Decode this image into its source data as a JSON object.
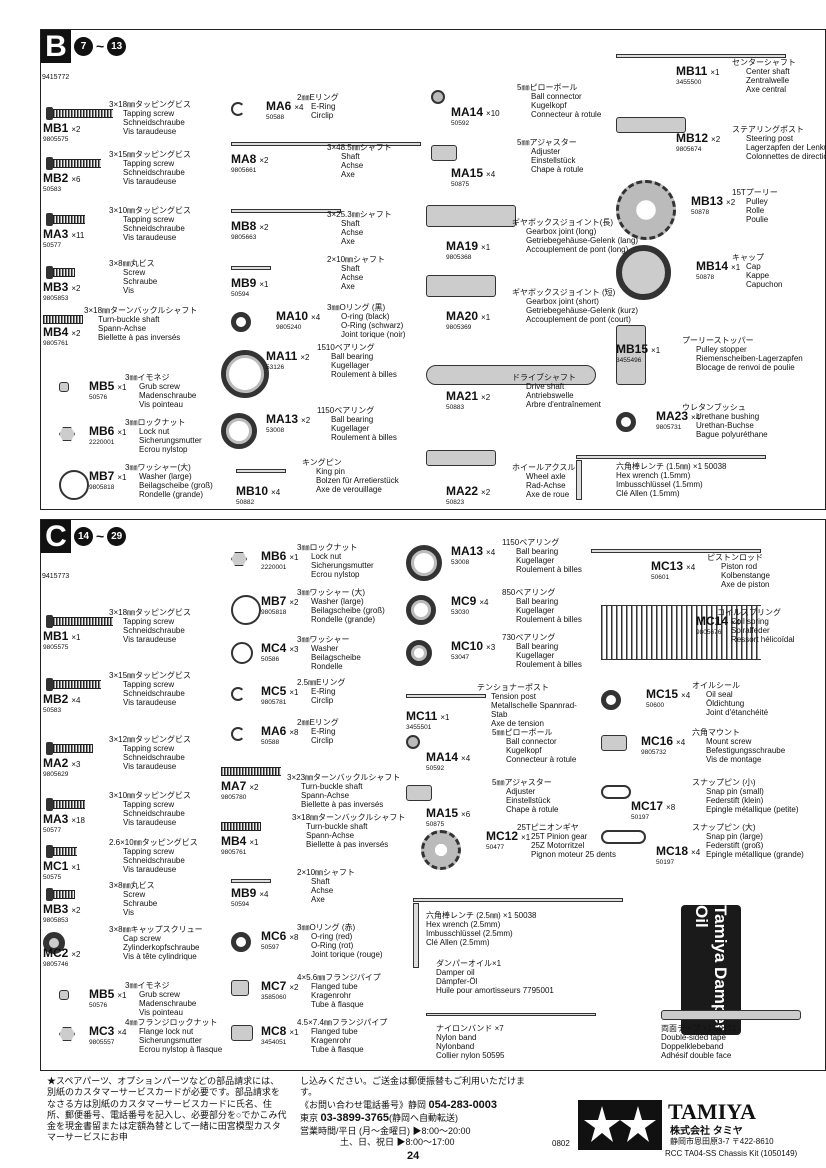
{
  "panelB": {
    "letter": "B",
    "step_from": "7",
    "step_to": "13",
    "tilde": "~",
    "set_no": "9415772",
    "parts": [
      {
        "code": "MB1",
        "qty": "×2",
        "num": "9805575",
        "desc": [
          "3×18㎜タッピングビス",
          "Tapping screw",
          "Schneidschraube",
          "Vis taraudeuse"
        ]
      },
      {
        "code": "MB2",
        "qty": "×6",
        "num": "50583",
        "desc": [
          "3×15㎜タッピングビス",
          "Tapping screw",
          "Schneidschraube",
          "Vis taraudeuse"
        ]
      },
      {
        "code": "MA3",
        "qty": "×11",
        "num": "50577",
        "desc": [
          "3×10㎜タッピングビス",
          "Tapping screw",
          "Schneidschraube",
          "Vis taraudeuse"
        ]
      },
      {
        "code": "MB3",
        "qty": "×2",
        "num": "9805853",
        "desc": [
          "3×8㎜丸ビス",
          "Screw",
          "Schraube",
          "Vis"
        ]
      },
      {
        "code": "MB4",
        "qty": "×2",
        "num": "9805761",
        "desc": [
          "3×18㎜ターンバックルシャフト",
          "Turn-buckle shaft",
          "Spann-Achse",
          "Biellette à pas inversés"
        ]
      },
      {
        "code": "MB5",
        "qty": "×1",
        "num": "50576",
        "desc": [
          "3㎜イモネジ",
          "Grub screw",
          "Madenschraube",
          "Vis pointeau"
        ]
      },
      {
        "code": "MB6",
        "qty": "×1",
        "num": "2220001",
        "desc": [
          "3㎜ロックナット",
          "Lock nut",
          "Sicherungsmutter",
          "Ecrou nylstop"
        ]
      },
      {
        "code": "MB7",
        "qty": "×1",
        "num": "9805818",
        "desc": [
          "3㎜ワッシャー(大)",
          "Washer (large)",
          "Beilagscheibe (groß)",
          "Rondelle (grande)"
        ]
      },
      {
        "code": "MA6",
        "qty": "×4",
        "num": "50588",
        "desc": [
          "2㎜Eリング",
          "E-Ring",
          "Circlip"
        ]
      },
      {
        "code": "MA8",
        "qty": "×2",
        "num": "9805661",
        "desc": [
          "3×48.5㎜シャフト",
          "Shaft",
          "Achse",
          "Axe"
        ]
      },
      {
        "code": "MB8",
        "qty": "×2",
        "num": "9805663",
        "desc": [
          "3×25.3㎜シャフト",
          "Shaft",
          "Achse",
          "Axe"
        ]
      },
      {
        "code": "MB9",
        "qty": "×1",
        "num": "50594",
        "desc": [
          "2×10㎜シャフト",
          "Shaft",
          "Achse",
          "Axe"
        ]
      },
      {
        "code": "MA10",
        "qty": "×4",
        "num": "9805240",
        "desc": [
          "3㎜Oリング (黒)",
          "O-ring (black)",
          "O-Ring (schwarz)",
          "Joint torique (noir)"
        ]
      },
      {
        "code": "MA11",
        "qty": "×2",
        "num": "53126",
        "desc": [
          "1510ベアリング",
          "Ball bearing",
          "Kugellager",
          "Roulement à billes"
        ]
      },
      {
        "code": "MA13",
        "qty": "×2",
        "num": "53008",
        "desc": [
          "1150ベアリング",
          "Ball bearing",
          "Kugellager",
          "Roulement à billes"
        ]
      },
      {
        "code": "MB10",
        "qty": "×4",
        "num": "50882",
        "desc": [
          "キングピン",
          "King pin",
          "Bolzen für Arretierstück",
          "Axe de verouillage"
        ]
      },
      {
        "code": "MA14",
        "qty": "×10",
        "num": "50592",
        "desc": [
          "5㎜ピローボール",
          "Ball connector",
          "Kugelkopf",
          "Connecteur à rotule"
        ]
      },
      {
        "code": "MA15",
        "qty": "×4",
        "num": "50875",
        "desc": [
          "5㎜アジャスター",
          "Adjuster",
          "Einstellstück",
          "Chape à rotule"
        ]
      },
      {
        "code": "MA19",
        "qty": "×1",
        "num": "9805368",
        "desc": [
          "ギヤボックスジョイント(長)",
          "Gearbox joint (long)",
          "Getriebegehäuse-Gelenk (lang)",
          "Accouplement de pont (long)"
        ]
      },
      {
        "code": "MA20",
        "qty": "×1",
        "num": "9805369",
        "desc": [
          "ギヤボックスジョイント (短)",
          "Gearbox joint (short)",
          "Getriebegehäuse-Gelenk (kurz)",
          "Accouplement de pont (court)"
        ]
      },
      {
        "code": "MA21",
        "qty": "×2",
        "num": "50883",
        "desc": [
          "ドライブシャフト",
          "Drive shaft",
          "Antriebswelle",
          "Arbre d'entraînement"
        ]
      },
      {
        "code": "MA22",
        "qty": "×2",
        "num": "50823",
        "desc": [
          "ホイールアクスル",
          "Wheel axle",
          "Rad-Achse",
          "Axe de roue"
        ]
      },
      {
        "code": "MB11",
        "qty": "×1",
        "num": "3455500",
        "desc": [
          "センターシャフト",
          "Center shaft",
          "Zentralwelle",
          "Axe central"
        ]
      },
      {
        "code": "MB12",
        "qty": "×2",
        "num": "9805674",
        "desc": [
          "ステアリングポスト",
          "Steering post",
          "Lagerzapfen der Lenkung",
          "Colonnettes de direction"
        ]
      },
      {
        "code": "MB13",
        "qty": "×2",
        "num": "50878",
        "desc": [
          "15Tプーリー",
          "Pulley",
          "Rolle",
          "Poulie"
        ]
      },
      {
        "code": "MB14",
        "qty": "×1",
        "num": "50878",
        "desc": [
          "キャップ",
          "Cap",
          "Kappe",
          "Capuchon"
        ]
      },
      {
        "code": "MB15",
        "qty": "×1",
        "num": "3455496",
        "desc": [
          "プーリーストッパー",
          "Pulley stopper",
          "Riemenscheiben-Lagerzapfen",
          "Blocage de renvoi de poulie"
        ]
      },
      {
        "code": "MA23",
        "qty": "×4",
        "num": "9805731",
        "desc": [
          "ウレタンブッシュ",
          "Urethane bushing",
          "Urethan-Buchse",
          "Bague polyuréthane"
        ]
      }
    ],
    "wrench": {
      "desc": [
        "六角棒レンチ (1.5㎜) ×1  50038",
        "Hex wrench (1.5mm)",
        "Imbusschlüssel (1.5mm)",
        "Clé Allen (1.5mm)"
      ]
    }
  },
  "panelC": {
    "letter": "C",
    "step_from": "14",
    "step_to": "29",
    "tilde": "~",
    "set_no": "9415773",
    "parts": [
      {
        "code": "MB1",
        "qty": "×1",
        "num": "9805575",
        "desc": [
          "3×18㎜タッピングビス",
          "Tapping screw",
          "Schneidschraube",
          "Vis taraudeuse"
        ]
      },
      {
        "code": "MB2",
        "qty": "×4",
        "num": "50583",
        "desc": [
          "3×15㎜タッピングビス",
          "Tapping screw",
          "Schneidschraube",
          "Vis taraudeuse"
        ]
      },
      {
        "code": "MA2",
        "qty": "×3",
        "num": "9805629",
        "desc": [
          "3×12㎜タッピングビス",
          "Tapping screw",
          "Schneidschraube",
          "Vis taraudeuse"
        ]
      },
      {
        "code": "MA3",
        "qty": "×18",
        "num": "50577",
        "desc": [
          "3×10㎜タッピングビス",
          "Tapping screw",
          "Schneidschraube",
          "Vis taraudeuse"
        ]
      },
      {
        "code": "MC1",
        "qty": "×1",
        "num": "50575",
        "desc": [
          "2.6×10㎜タッピングビス",
          "Tapping screw",
          "Schneidschraube",
          "Vis taraudeuse"
        ]
      },
      {
        "code": "MB3",
        "qty": "×2",
        "num": "9805853",
        "desc": [
          "3×8㎜丸ビス",
          "Screw",
          "Schraube",
          "Vis"
        ]
      },
      {
        "code": "MC2",
        "qty": "×2",
        "num": "9805746",
        "desc": [
          "3×8㎜キャップスクリュー",
          "Cap screw",
          "Zylinderkopfschraube",
          "Vis à tête cylindrique"
        ]
      },
      {
        "code": "MB5",
        "qty": "×1",
        "num": "50576",
        "desc": [
          "3㎜イモネジ",
          "Grub screw",
          "Madenschraube",
          "Vis pointeau"
        ]
      },
      {
        "code": "MC3",
        "qty": "×4",
        "num": "9805557",
        "desc": [
          "4㎜フランジロックナット",
          "Flange lock nut",
          "Sicherungsmutter",
          "Ecrou nylstop à flasque"
        ]
      },
      {
        "code": "MB6",
        "qty": "×1",
        "num": "2220001",
        "desc": [
          "3㎜ロックナット",
          "Lock nut",
          "Sicherungsmutter",
          "Ecrou nylstop"
        ]
      },
      {
        "code": "MB7",
        "qty": "×2",
        "num": "9805818",
        "desc": [
          "3㎜ワッシャー (大)",
          "Washer (large)",
          "Beilagscheibe (groß)",
          "Rondelle (grande)"
        ]
      },
      {
        "code": "MC4",
        "qty": "×3",
        "num": "50586",
        "desc": [
          "3㎜ワッシャー",
          "Washer",
          "Beilagscheibe",
          "Rondelle"
        ]
      },
      {
        "code": "MC5",
        "qty": "×1",
        "num": "9805781",
        "desc": [
          "2.5㎜Eリング",
          "E-Ring",
          "Circlip"
        ]
      },
      {
        "code": "MA6",
        "qty": "×8",
        "num": "50588",
        "desc": [
          "2㎜Eリング",
          "E-Ring",
          "Circlip"
        ]
      },
      {
        "code": "MA7",
        "qty": "×2",
        "num": "9805780",
        "desc": [
          "3×23㎜ターンバックルシャフト",
          "Turn-buckle shaft",
          "Spann-Achse",
          "Biellette à pas inversés"
        ]
      },
      {
        "code": "MB4",
        "qty": "×1",
        "num": "9805761",
        "desc": [
          "3×18㎜ターンバックルシャフト",
          "Turn-buckle shaft",
          "Spann-Achse",
          "Biellette à pas inversés"
        ]
      },
      {
        "code": "MB9",
        "qty": "×4",
        "num": "50594",
        "desc": [
          "2×10㎜シャフト",
          "Shaft",
          "Achse",
          "Axe"
        ]
      },
      {
        "code": "MC6",
        "qty": "×8",
        "num": "50597",
        "desc": [
          "3㎜Oリング (赤)",
          "O-ring (red)",
          "O-Ring (rot)",
          "Joint torique (rouge)"
        ]
      },
      {
        "code": "MC7",
        "qty": "×2",
        "num": "3585060",
        "desc": [
          "4×5.6㎜フランジパイプ",
          "Flanged tube",
          "Kragenrohr",
          "Tube à flasque"
        ]
      },
      {
        "code": "MC8",
        "qty": "×1",
        "num": "3454051",
        "desc": [
          "4.5×7.4㎜フランジパイプ",
          "Flanged tube",
          "Kragenrohr",
          "Tube à flasque"
        ]
      },
      {
        "code": "MA13",
        "qty": "×4",
        "num": "53008",
        "desc": [
          "1150ベアリング",
          "Ball bearing",
          "Kugellager",
          "Roulement à billes"
        ]
      },
      {
        "code": "MC9",
        "qty": "×4",
        "num": "53030",
        "desc": [
          "850ベアリング",
          "Ball bearing",
          "Kugellager",
          "Roulement à billes"
        ]
      },
      {
        "code": "MC10",
        "qty": "×3",
        "num": "53047",
        "desc": [
          "730ベアリング",
          "Ball bearing",
          "Kugellager",
          "Roulement à billes"
        ]
      },
      {
        "code": "MC11",
        "qty": "×1",
        "num": "3455501",
        "desc": [
          "テンショナーポスト",
          "Tension post",
          "Metallschelle Spannrad-",
          "Stab",
          "Axe de tension"
        ]
      },
      {
        "code": "MA14",
        "qty": "×4",
        "num": "50592",
        "desc": [
          "5㎜ピローボール",
          "Ball connector",
          "Kugelkopf",
          "Connecteur à rotule"
        ]
      },
      {
        "code": "MA15",
        "qty": "×6",
        "num": "50875",
        "desc": [
          "5㎜アジャスター",
          "Adjuster",
          "Einstellstück",
          "Chape à rotule"
        ]
      },
      {
        "code": "MC12",
        "qty": "×1",
        "num": "50477",
        "desc": [
          "25Tピニオンギヤ",
          "25T Pinion gear",
          "25Z Motorritzel",
          "Pignon moteur 25 dents"
        ]
      },
      {
        "code": "MC13",
        "qty": "×4",
        "num": "50601",
        "desc": [
          "ピストンロッド",
          "Piston rod",
          "Kolbenstange",
          "Axe de piston"
        ]
      },
      {
        "code": "MC14",
        "qty": "×4",
        "num": "9805676",
        "desc": [
          "コイルスプリング",
          "Coil spring",
          "Spiralfeder",
          "Ressort hélicoïdal"
        ]
      },
      {
        "code": "MC15",
        "qty": "×4",
        "num": "50600",
        "desc": [
          "オイルシール",
          "Oil seal",
          "Öldichtung",
          "Joint d'étanchéité"
        ]
      },
      {
        "code": "MC16",
        "qty": "×4",
        "num": "9805732",
        "desc": [
          "六角マウント",
          "Mount screw",
          "Befestigungsschraube",
          "Vis de montage"
        ]
      },
      {
        "code": "MC17",
        "qty": "×8",
        "num": "50197",
        "desc": [
          "スナップピン (小)",
          "Snap pin (small)",
          "Federstift (klein)",
          "Epingle métallique (petite)"
        ]
      },
      {
        "code": "MC18",
        "qty": "×4",
        "num": "50197",
        "desc": [
          "スナップピン (大)",
          "Snap pin (large)",
          "Federstift (groß)",
          "Epingle métallique (grande)"
        ]
      }
    ],
    "wrench": {
      "desc": [
        "六角棒レンチ (2.5㎜) ×1  50038",
        "Hex wrench (2.5mm)",
        "Imbusschlüssel (2.5mm)",
        "Clé Allen (2.5mm)"
      ]
    },
    "oil": {
      "bottle": "Tamiya Damper Oil",
      "desc": [
        "ダンパーオイル×1",
        "Damper oil",
        "Dämpfer-Öl",
        "Huile pour amortisseurs  7795001"
      ]
    },
    "band": {
      "desc": [
        "ナイロンバンド ×7",
        "Nylon band",
        "Nylonband",
        "Collier nylon       50595"
      ]
    },
    "tape": {
      "desc": [
        "両面テープ ×1  50171",
        "Double-sided tape",
        "Doppelklebeband",
        "Adhésif double face"
      ]
    }
  },
  "footer": {
    "left": "★スペアパーツ、オプションパーツなどの部品請求には、別紙のカスタマーサービスカードが必要です。部品請求をなさる方は別紙のカスタマーサービスカードに氏名、住所、郵便番号、電話番号を記入し、必要部分を○でかこみ代金を現金書留または定額為替として一緒に田宮模型カスタマーサービスにお申",
    "mid1": "し込みください。ご送金は郵便振替もご利用いただけます。",
    "mid2_label": "《お問い合わせ電話番号》静岡",
    "mid2_tel": "054-283-0003",
    "mid3_label": "東京",
    "mid3_tel": "03-3899-3765",
    "mid3_note": "(静岡へ自動転送)",
    "mid4": "営業時間/平日 (月〜金曜日) ▶8:00〜20:00",
    "mid5": "土、日、祝日 ▶8:00〜17:00",
    "page": "24",
    "code": "0802",
    "brand": "TAMIYA",
    "brand_jp": "株式会社 タミヤ",
    "address": "静岡市恩田原3-7  〒422-8610",
    "kit": "RCC TA04-SS Chassis Kit (1050149)"
  }
}
